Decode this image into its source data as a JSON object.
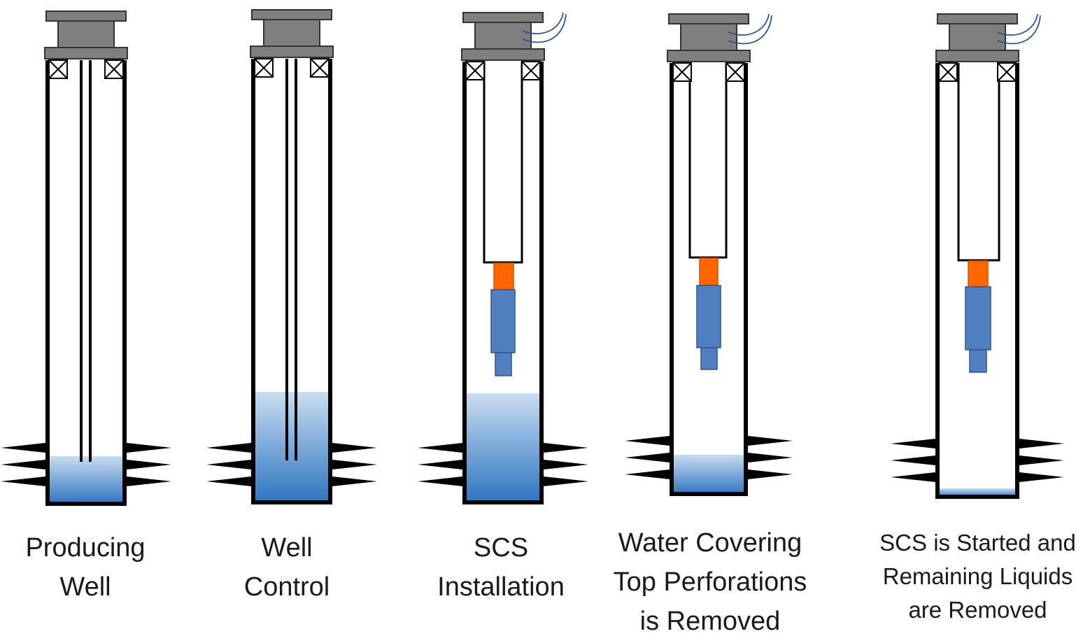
{
  "colors": {
    "casing": "#000000",
    "wellhead": "#7f7f7f",
    "tubing_wire": "#2f5597",
    "pump_motor": "#4f7fbf",
    "pump_intake": "#ff6600",
    "water_top": "#c7dcf0",
    "water_bottom": "#2e75c0",
    "perforation": "#000000"
  },
  "stages": [
    {
      "caption": [
        "Producing",
        "Well"
      ],
      "content": [
        "wellhead",
        "tubing",
        "packer-x-marks",
        "perforations",
        "water-low"
      ],
      "water_level": "low"
    },
    {
      "caption": [
        "Well",
        "Control"
      ],
      "content": [
        "wellhead",
        "tubing",
        "packer-x-marks",
        "perforations",
        "water-high"
      ],
      "water_level": "high"
    },
    {
      "caption": [
        "SCS",
        "Installation"
      ],
      "content": [
        "wellhead",
        "power-cable",
        "production-string",
        "scs-pump",
        "perforations",
        "water-high"
      ],
      "water_level": "high"
    },
    {
      "caption": [
        "Water Covering",
        "Top Perforations",
        "is Removed"
      ],
      "content": [
        "wellhead",
        "power-cable",
        "production-string",
        "scs-pump",
        "perforations",
        "water-low"
      ],
      "water_level": "low"
    },
    {
      "caption": [
        "SCS is Started and",
        "Remaining Liquids",
        "are Removed"
      ],
      "content": [
        "wellhead",
        "power-cable",
        "production-string",
        "scs-pump",
        "perforations",
        "water-trace"
      ],
      "water_level": "trace"
    }
  ]
}
